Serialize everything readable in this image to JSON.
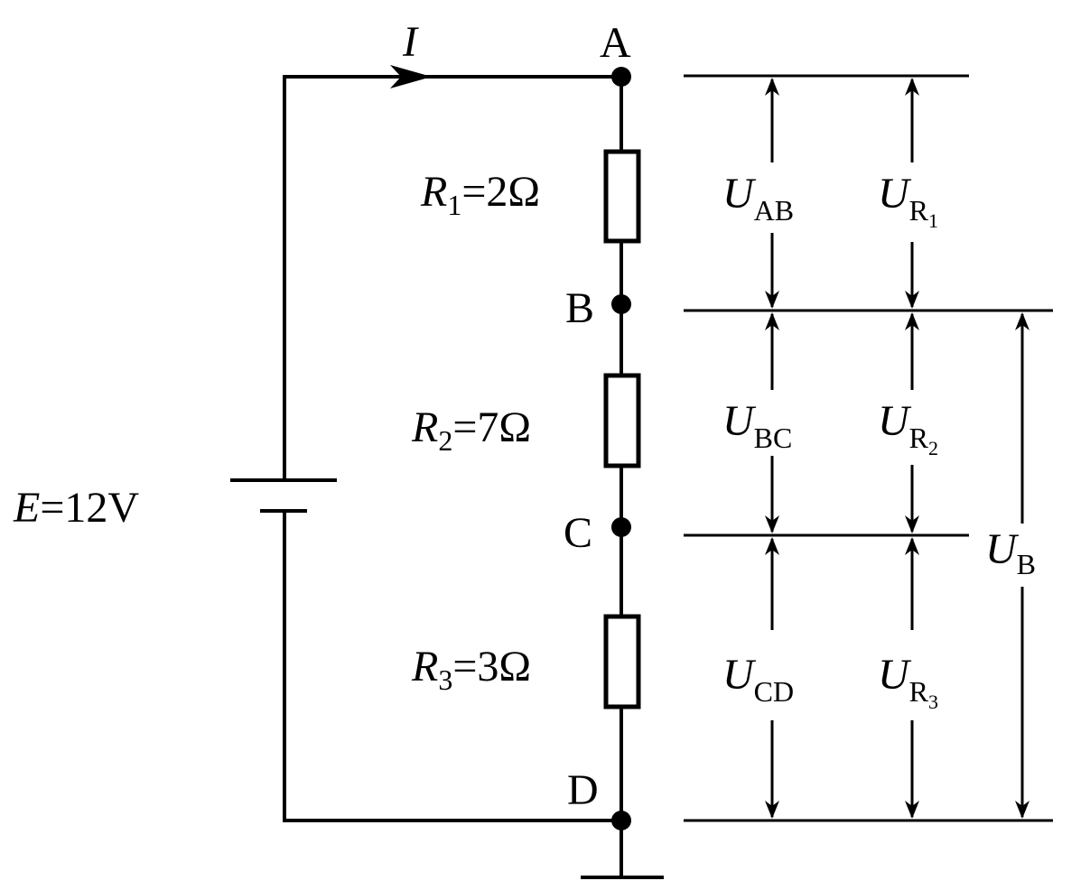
{
  "current_label": "I",
  "nodes": {
    "a": "A",
    "b": "B",
    "c": "C",
    "d": "D"
  },
  "resistors": {
    "r1": {
      "sym": "R",
      "sub": "1",
      "val": "=2Ω"
    },
    "r2": {
      "sym": "R",
      "sub": "2",
      "val": "=7Ω"
    },
    "r3": {
      "sym": "R",
      "sub": "3",
      "val": "=3Ω"
    }
  },
  "source": {
    "sym": "E",
    "val": "=12V"
  },
  "voltages": {
    "uab": {
      "sym": "U",
      "sub": "AB"
    },
    "ubc": {
      "sym": "U",
      "sub": "BC"
    },
    "ucd": {
      "sym": "U",
      "sub": "CD"
    },
    "ur1": {
      "sym": "U",
      "sub": "R",
      "subsub": "1"
    },
    "ur2": {
      "sym": "U",
      "sub": "R",
      "subsub": "2"
    },
    "ur3": {
      "sym": "U",
      "sub": "R",
      "subsub": "3"
    },
    "ub": {
      "sym": "U",
      "sub": "B"
    }
  }
}
